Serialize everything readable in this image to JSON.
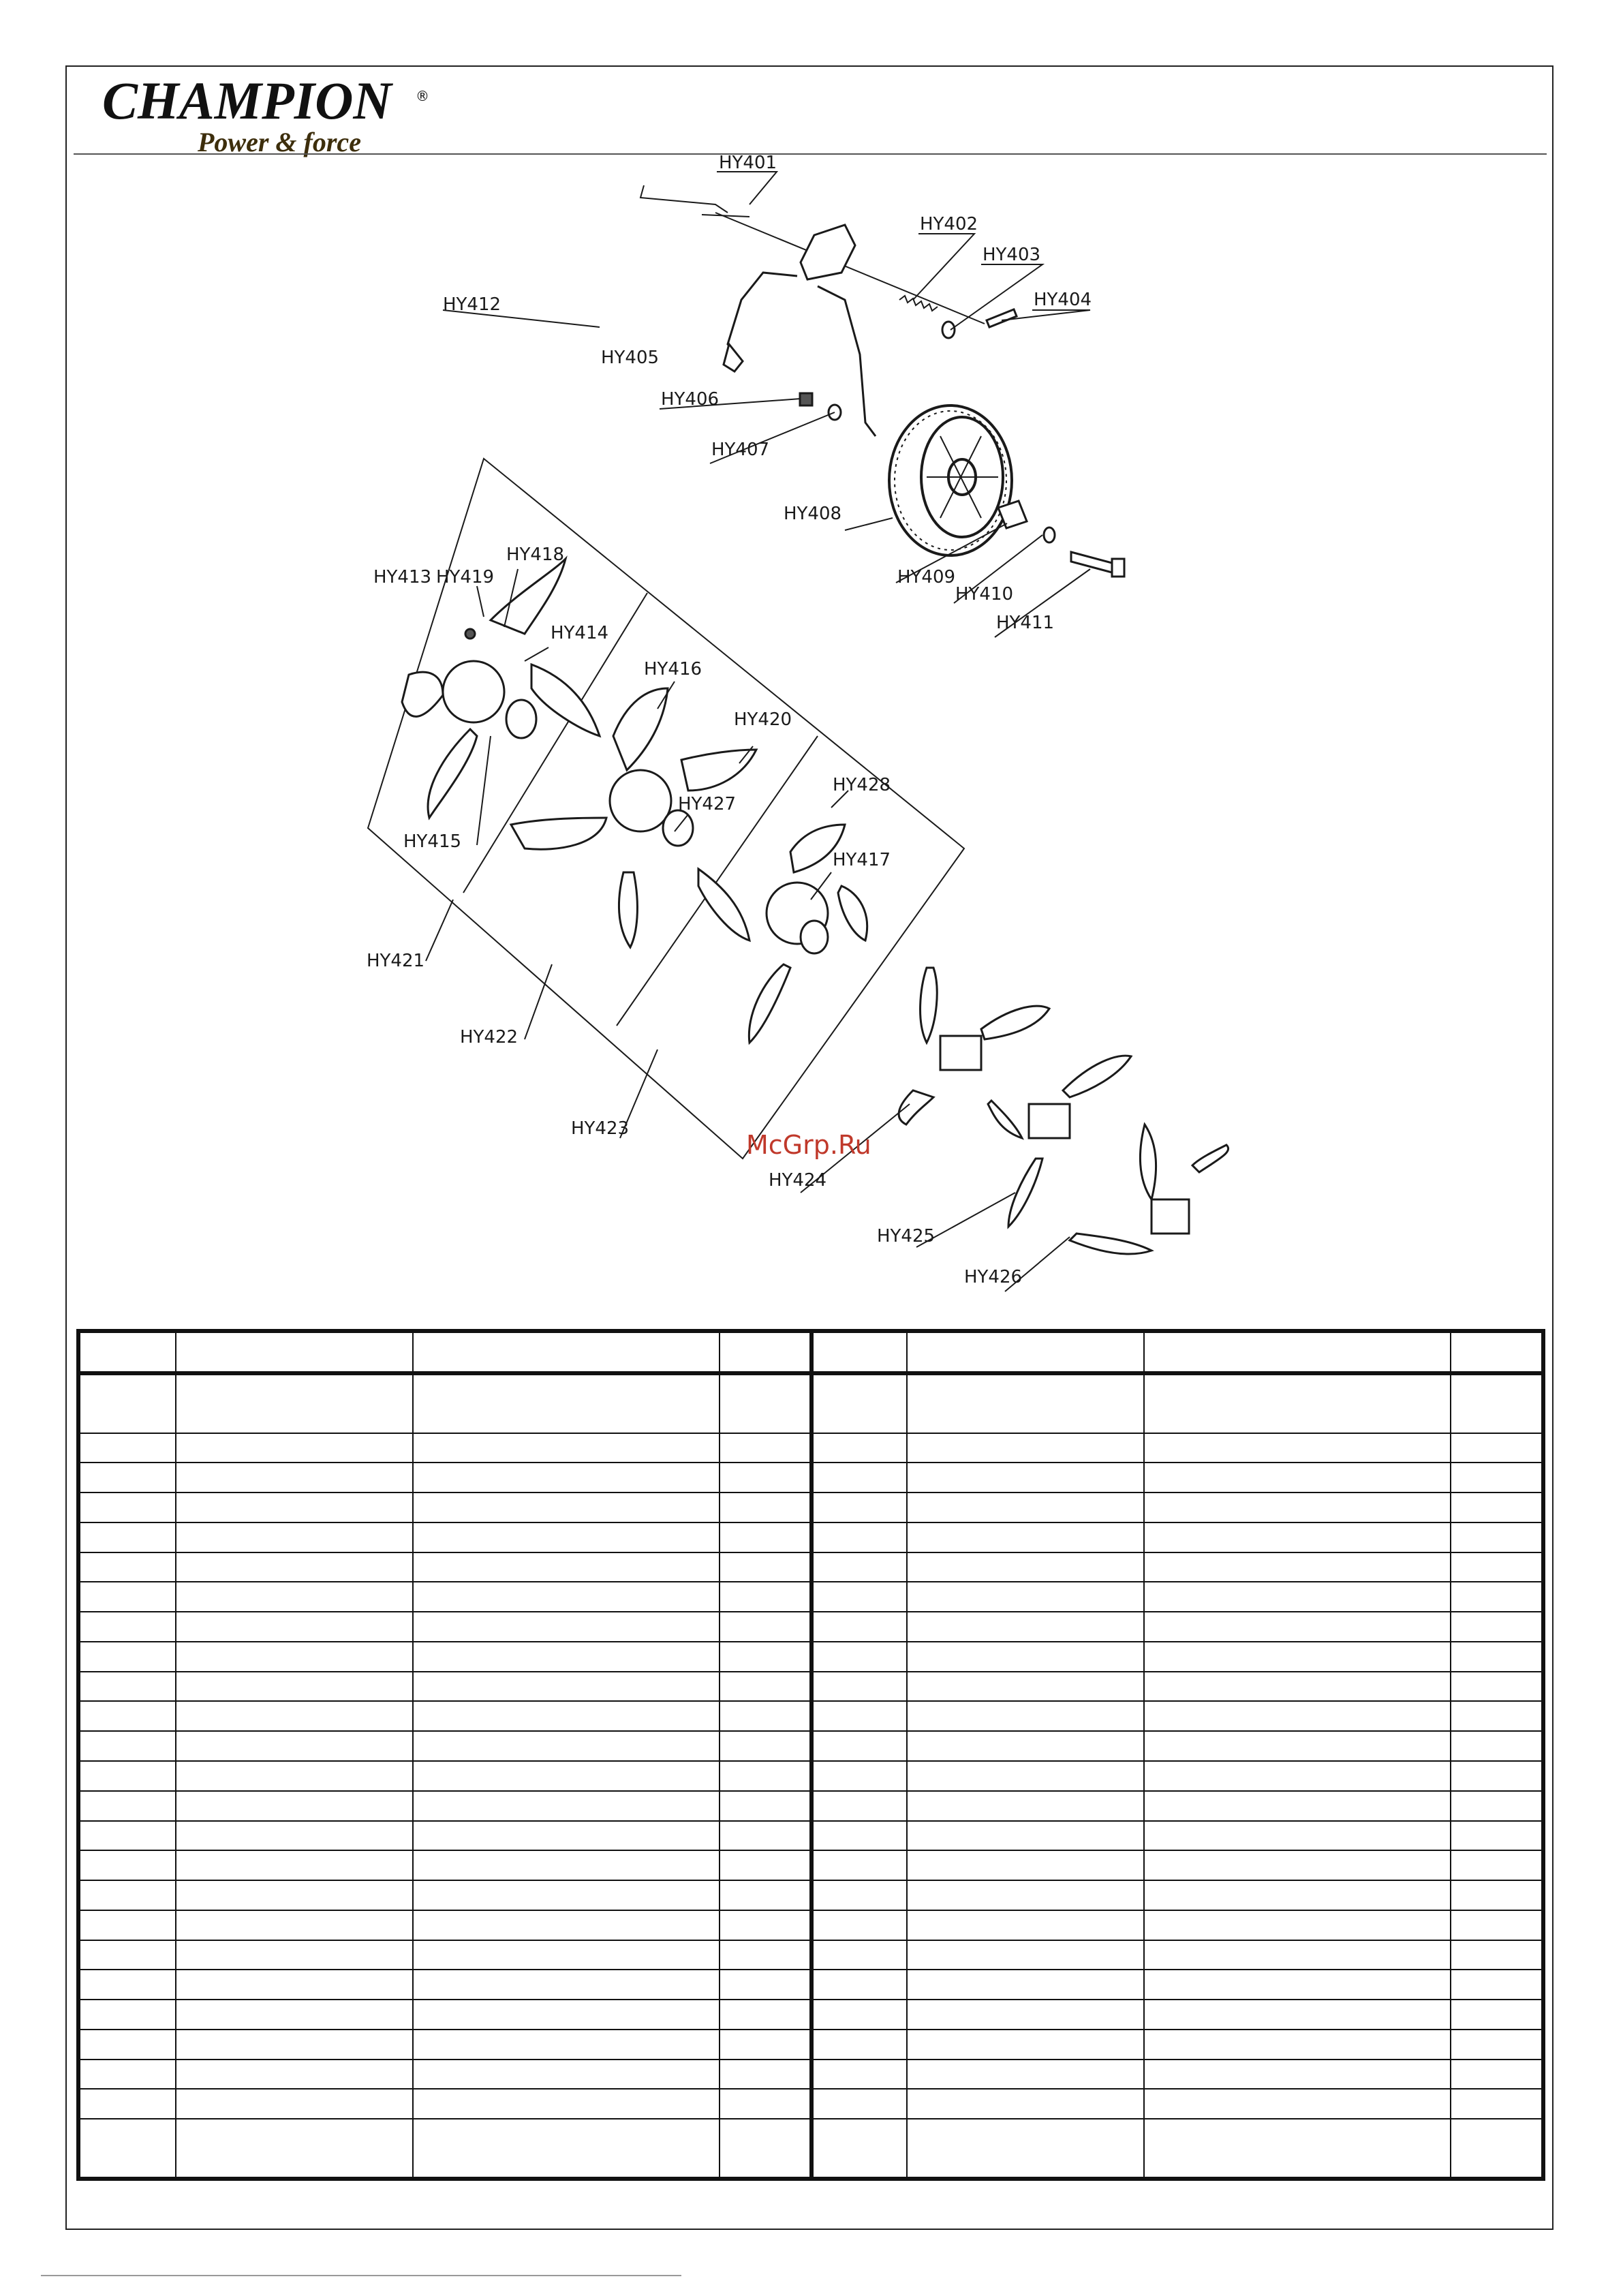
{
  "brand": {
    "name": "CHAMPION",
    "registered": "®",
    "tagline": "Power & force"
  },
  "watermark": "McGrp.Ru",
  "callouts": [
    {
      "id": "hy401",
      "label": "HY401"
    },
    {
      "id": "hy402",
      "label": "HY402"
    },
    {
      "id": "hy403",
      "label": "HY403"
    },
    {
      "id": "hy404",
      "label": "HY404"
    },
    {
      "id": "hy405",
      "label": "HY405"
    },
    {
      "id": "hy406",
      "label": "HY406"
    },
    {
      "id": "hy407",
      "label": "HY407"
    },
    {
      "id": "hy408",
      "label": "HY408"
    },
    {
      "id": "hy409",
      "label": "HY409"
    },
    {
      "id": "hy410",
      "label": "HY410"
    },
    {
      "id": "hy411",
      "label": "HY411"
    },
    {
      "id": "hy412",
      "label": "HY412"
    },
    {
      "id": "hy413",
      "label": "HY413"
    },
    {
      "id": "hy414",
      "label": "HY414"
    },
    {
      "id": "hy415",
      "label": "HY415"
    },
    {
      "id": "hy416",
      "label": "HY416"
    },
    {
      "id": "hy417",
      "label": "HY417"
    },
    {
      "id": "hy418",
      "label": "HY418"
    },
    {
      "id": "hy419",
      "label": "HY419"
    },
    {
      "id": "hy420",
      "label": "HY420"
    },
    {
      "id": "hy421",
      "label": "HY421"
    },
    {
      "id": "hy422",
      "label": "HY422"
    },
    {
      "id": "hy423",
      "label": "HY423"
    },
    {
      "id": "hy424",
      "label": "HY424"
    },
    {
      "id": "hy425",
      "label": "HY425"
    },
    {
      "id": "hy426",
      "label": "HY426"
    },
    {
      "id": "hy427",
      "label": "HY427"
    },
    {
      "id": "hy428",
      "label": "HY428"
    }
  ],
  "parts_table": {
    "columns": [
      "",
      "",
      "",
      "",
      "",
      "",
      "",
      ""
    ],
    "row_count": 25
  }
}
